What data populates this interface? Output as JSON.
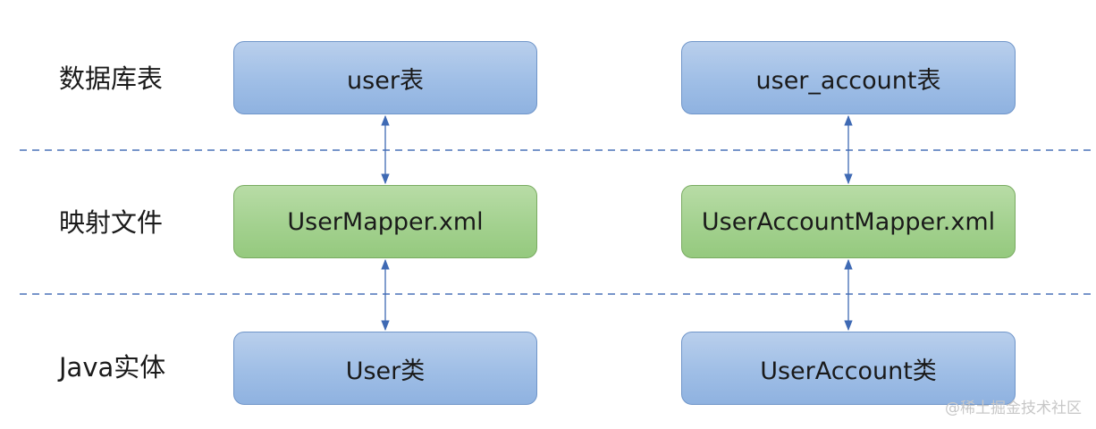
{
  "rows": [
    {
      "label": "数据库表"
    },
    {
      "label": "映射文件"
    },
    {
      "label": "Java实体"
    }
  ],
  "columns": [
    {
      "table": "user表",
      "mapper": "UserMapper.xml",
      "entity": "User类"
    },
    {
      "table": "user_account表",
      "mapper": "UserAccountMapper.xml",
      "entity": "UserAccount类"
    }
  ],
  "colors": {
    "table_fill": "#9fbee6",
    "mapper_fill": "#a3d18f",
    "entity_fill": "#9fbee6",
    "separator": "#4a72b8",
    "arrow": "#3f6ab4"
  },
  "watermark": "@稀土掘金技术社区"
}
